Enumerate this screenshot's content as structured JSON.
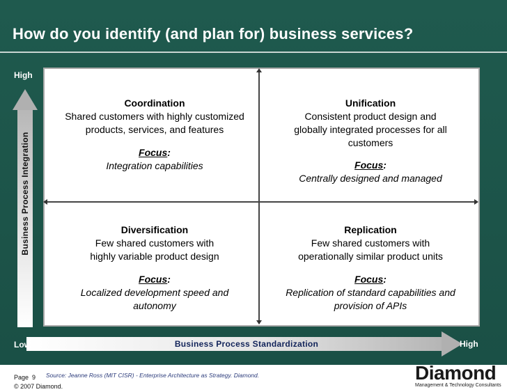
{
  "slide": {
    "title": "How do you identify (and plan for) business services?"
  },
  "axes": {
    "y_high": "High",
    "x_low": "Low",
    "x_high": "High",
    "y_label": "Business Process Integration",
    "x_label": "Business Process Standardization"
  },
  "quadrants": {
    "top_left": {
      "heading": "Coordination",
      "description": "Shared customers with highly customized\nproducts, services, and features",
      "focus_word": "Focus",
      "focus_colon": ":",
      "focus_text": "Integration capabilities"
    },
    "top_right": {
      "heading": "Unification",
      "description": "Consistent product design and\nglobally integrated processes for all\ncustomers",
      "focus_word": "Focus",
      "focus_colon": ":",
      "focus_text": "Centrally designed and managed"
    },
    "bottom_left": {
      "heading": "Diversification",
      "description": "Few shared customers with\nhighly variable product design",
      "focus_word": "Focus",
      "focus_colon": ":",
      "focus_text": "Localized development speed and\nautonomy"
    },
    "bottom_right": {
      "heading": "Replication",
      "description": "Few shared customers with\noperationally similar product units",
      "focus_word": "Focus",
      "focus_colon": ":",
      "focus_text": "Replication of standard capabilities and\nprovision of APIs"
    }
  },
  "footer": {
    "page_label": "Page",
    "page_number": "9",
    "source": "Source: Jeanne Ross (MIT CISR) - Enterprise Architecture as Strategy. Diamond.",
    "copyright": "© 2007 Diamond.",
    "logo_name": "Diamond",
    "logo_tagline": "Management & Technology Consultants"
  },
  "colors": {
    "background": "#1f5a4e",
    "title_text": "#ffffff",
    "axis_label_x": "#12245a",
    "source_text": "#2a3a7a"
  }
}
